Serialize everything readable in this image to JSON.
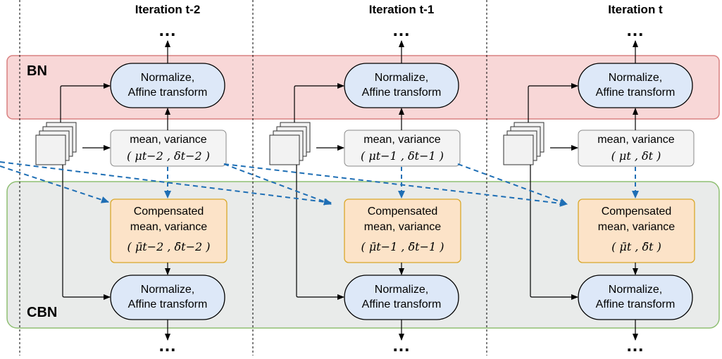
{
  "regions": {
    "bn_label": "BN",
    "cbn_label": "CBN"
  },
  "columns": [
    {
      "heading": "Iteration t-2",
      "normalize_line1": "Normalize,",
      "normalize_line2": "Affine transform",
      "stats_line1": "mean, variance",
      "stats_line2": "( μt−2 , δt−2 )",
      "comp_line1": "Compensated",
      "comp_line2": "mean, variance",
      "comp_line3": "( μ̄t−2 , δ̄t−2 )",
      "dots_top": "...",
      "dots_bottom": "..."
    },
    {
      "heading": "Iteration t-1",
      "normalize_line1": "Normalize,",
      "normalize_line2": "Affine transform",
      "stats_line1": "mean, variance",
      "stats_line2": "( μt−1 , δt−1 )",
      "comp_line1": "Compensated",
      "comp_line2": "mean, variance",
      "comp_line3": "( μ̄t−1 , δ̄t−1 )",
      "dots_top": "...",
      "dots_bottom": "..."
    },
    {
      "heading": "Iteration t",
      "normalize_line1": "Normalize,",
      "normalize_line2": "Affine transform",
      "stats_line1": "mean, variance",
      "stats_line2": "( μt , δt )",
      "comp_line1": "Compensated",
      "comp_line2": "mean, variance",
      "comp_line3": "( μ̄t , δ̄t )",
      "dots_top": "...",
      "dots_bottom": "..."
    }
  ],
  "colors": {
    "bn_fill": "#f8d7d7",
    "bn_stroke": "#d98080",
    "cbn_fill": "#e9ebea",
    "cbn_stroke": "#8fbf73",
    "normalize_fill": "#dde8f8",
    "comp_fill": "#fce3c8",
    "comp_stroke": "#d9a72a",
    "stats_fill": "#f4f4f4",
    "dashed_arrow": "#1f6fb5"
  }
}
